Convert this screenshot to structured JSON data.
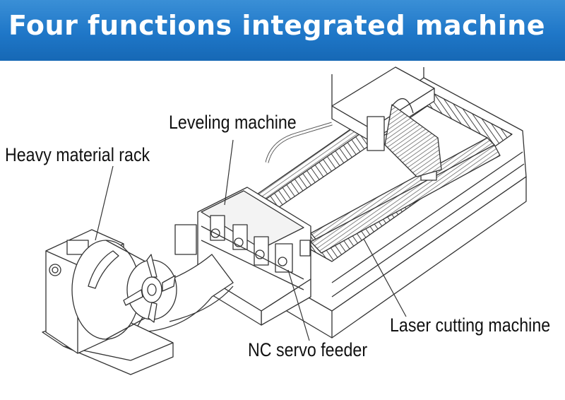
{
  "header": {
    "title": "Four functions integrated machine"
  },
  "labels": {
    "leveling": "Leveling machine",
    "rack": "Heavy material rack",
    "laser": "Laser cutting machine",
    "feeder": "NC servo feeder"
  },
  "colors": {
    "banner": "#1f77c8",
    "banner_text": "#ffffff",
    "line": "#333333"
  }
}
